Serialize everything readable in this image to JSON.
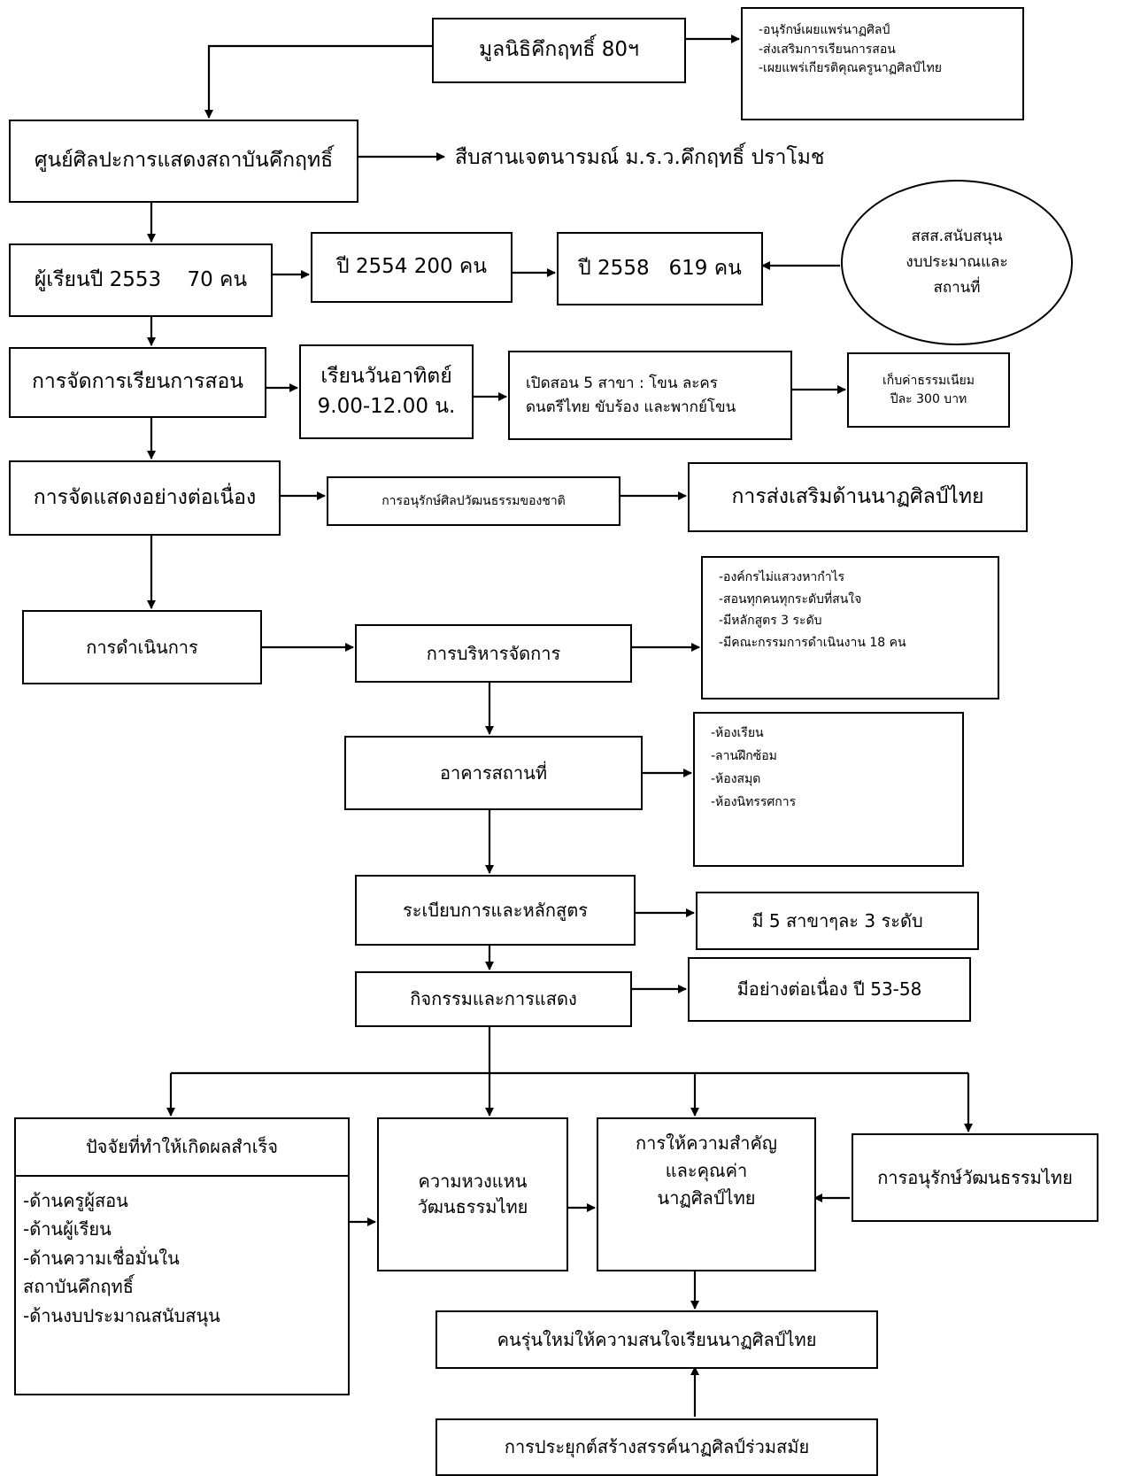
{
  "nodes": {
    "foundation": "มูลนิธิคึกฤทธิ์ 80ฯ",
    "foundation_goals": [
      "-อนุรักษ์เผยแพร่นาฏศิลป์",
      "-ส่งเสริมการเรียนการสอน",
      "-เผยแพร่เกียรติคุณครูนาฏศิลป์ไทย"
    ],
    "center": "ศูนย์ศิลปะการแสดงสถาบันคึกฤทธิ์",
    "center_note": "สืบสานเจตนารมณ์ ม.ร.ว.คึกฤทธิ์ ปราโมช",
    "students_2553": "ผู้เรียนปี 2553    70 คน",
    "students_2554": "ปี 2554 200 คน",
    "students_2558": "ปี 2558   619 คน",
    "support": [
      "สสส.สนับสนุน",
      "งบประมาณและ",
      "สถานที่"
    ],
    "teaching": "การจัดการเรียนการสอน",
    "schedule": [
      "เรียนวันอาทิตย์",
      "9.00-12.00 น."
    ],
    "branches": [
      "เปิดสอน 5 สาขา : โขน ละคร",
      "ดนตรีไทย ขับร้อง และพากย์โขน"
    ],
    "fee": [
      "เก็บค่าธรรมเนียม",
      "ปีละ 300 บาท"
    ],
    "shows": "การจัดแสดงอย่างต่อเนื่อง",
    "conserve": "การอนุรักษ์ศิลปวัฒนธรรมของชาติ",
    "promote": "การส่งเสริมด้านนาฏศิลป์ไทย",
    "operation": "การดำเนินการ",
    "management": "การบริหารจัดการ",
    "management_notes": [
      "-องค์กรไม่แสวงหากำไร",
      "-สอนทุกคนทุกระดับที่สนใจ",
      "-มีหลักสูตร 3 ระดับ",
      "-มีคณะกรรมการดำเนินงาน 18 คน"
    ],
    "building": "อาคารสถานที่",
    "building_notes": [
      "-ห้องเรียน",
      "-ลานฝึกซ้อม",
      "-ห้องสมุด",
      "-ห้องนิทรรศการ"
    ],
    "curriculum": "ระเบียบการและหลักสูตร",
    "curriculum_note": "มี 5 สาขาๆละ 3 ระดับ",
    "activities": "กิจกรรมและการแสดง",
    "activities_note": "มีอย่างต่อเนื่อง ปี 53-58",
    "success_title": "ปัจจัยที่ทำให้เกิดผลสำเร็จ",
    "success_items": [
      "-ด้านครูผู้สอน",
      "-ด้านผู้เรียน",
      "-ด้านความเชื่อมั่นใน",
      "สถาบันคึกฤทธิ์",
      "-ด้านงบประมาณสนับสนุน"
    ],
    "cherish": [
      "ความหวงแหน",
      "วัฒนธรรมไทย"
    ],
    "value": [
      "การให้ความสำคัญ",
      "และคุณค่า",
      "นาฏศิลป์ไทย"
    ],
    "preserve_culture": "การอนุรักษ์วัฒนธรรมไทย",
    "new_gen": "คนรุ่นใหม่ให้ความสนใจเรียนนาฏศิลป์ไทย",
    "contemporary": "การประยุกต์สร้างสรรค์นาฏศิลป์ร่วมสมัย"
  }
}
